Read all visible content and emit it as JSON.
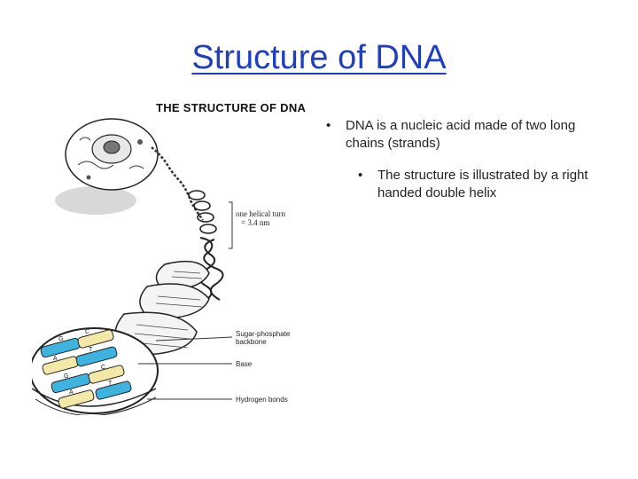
{
  "slide": {
    "title": "Structure of DNA",
    "figure": {
      "title": "THE STRUCTURE OF DNA",
      "labels": {
        "helical_turn_line1": "one helical turn",
        "helical_turn_line2": "= 3.4 nm",
        "backbone_line1": "Sugar-phosphate",
        "backbone_line2": "backbone",
        "base": "Base",
        "hydrogen_bonds": "Hydrogen bonds"
      },
      "base_letters": [
        "G",
        "C",
        "A",
        "T",
        "G",
        "C",
        "T",
        "A"
      ]
    },
    "bullets": [
      {
        "bullet": "•",
        "text": "DNA is a nucleic acid made of two long chains (strands)",
        "sub": [
          {
            "bullet": "•",
            "text": "The structure is illustrated by a right handed double helix"
          }
        ]
      }
    ]
  }
}
